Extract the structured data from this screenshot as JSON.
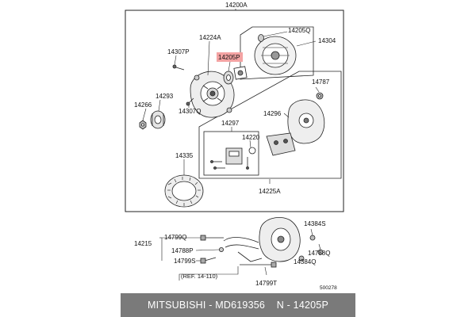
{
  "labels": {
    "main_assembly": "14200A",
    "front_bracket": "14224A",
    "bearing_highlight": "14205P",
    "bearing_q": "14205Q",
    "rear_bracket": "14304",
    "bolt_p": "14307P",
    "bolt_q": "14307Q",
    "pulley": "14293",
    "pulley_nut": "14266",
    "stator": "14335",
    "regulator": "14297",
    "brush": "14220",
    "rectifier": "14296",
    "cover_nut": "14787",
    "rectifier_assembly": "14225A",
    "mount_assembly": "14215",
    "bolt_799q": "14799Q",
    "washer_788p": "14788P",
    "bolt_799s": "14799S",
    "nut_384s": "14384S",
    "washer_788q": "14788Q",
    "nut_384q": "14384Q",
    "bolt_799t": "14799T",
    "ref": "(REF. 14-110)",
    "figure_code": "500278"
  },
  "footer": {
    "brand": "MITSUBISHI",
    "separator": " - ",
    "part_number": "MD619356",
    "spacer": "    ",
    "position_code": "N - 14205P"
  },
  "colors": {
    "highlight": "#f4a3a3",
    "footer_bg": "#7a7a7a",
    "line": "#222222"
  }
}
